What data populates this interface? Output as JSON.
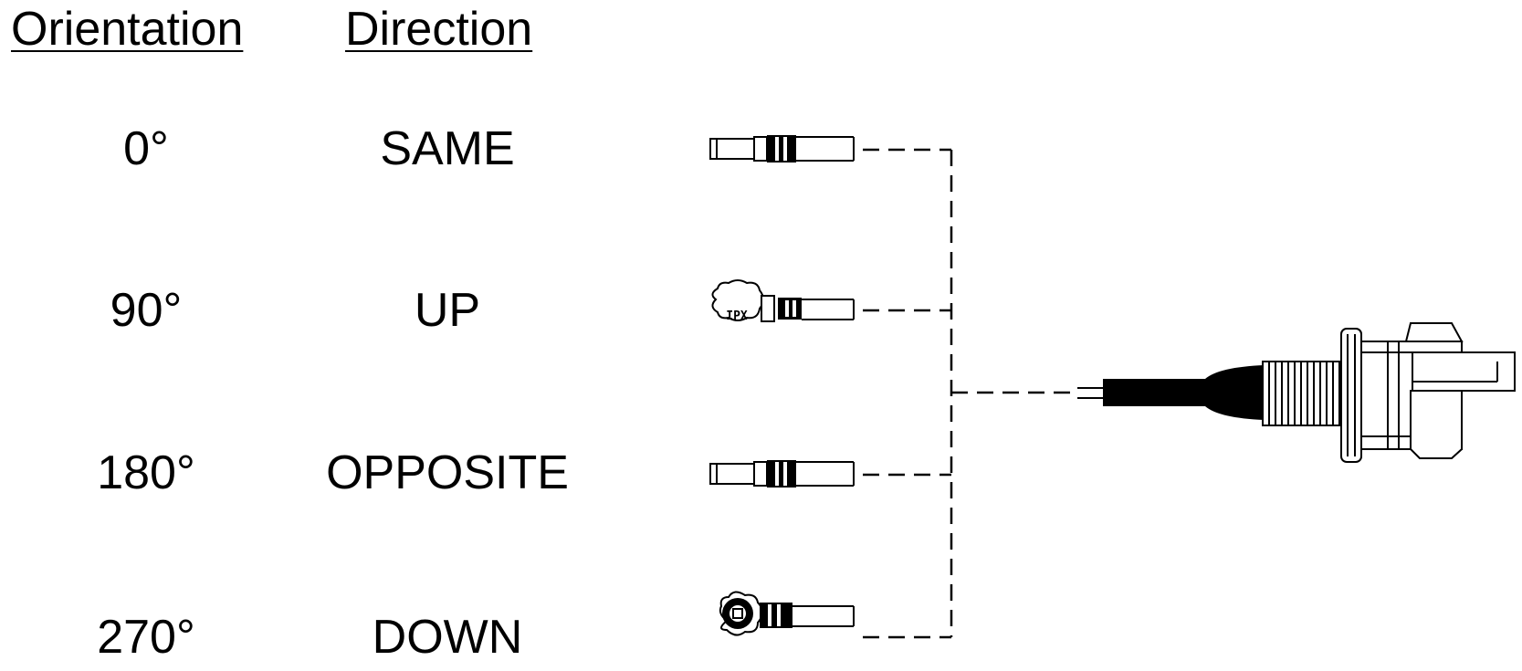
{
  "headers": {
    "orientation": "Orientation",
    "direction": "Direction"
  },
  "rows": [
    {
      "orientation": "0°",
      "direction": "SAME"
    },
    {
      "orientation": "90°",
      "direction": "UP"
    },
    {
      "orientation": "180°",
      "direction": "OPPOSITE"
    },
    {
      "orientation": "270°",
      "direction": "DOWN"
    }
  ],
  "diagram": {
    "connector_label": "IPX",
    "line_color": "#000000",
    "background": "#ffffff"
  }
}
